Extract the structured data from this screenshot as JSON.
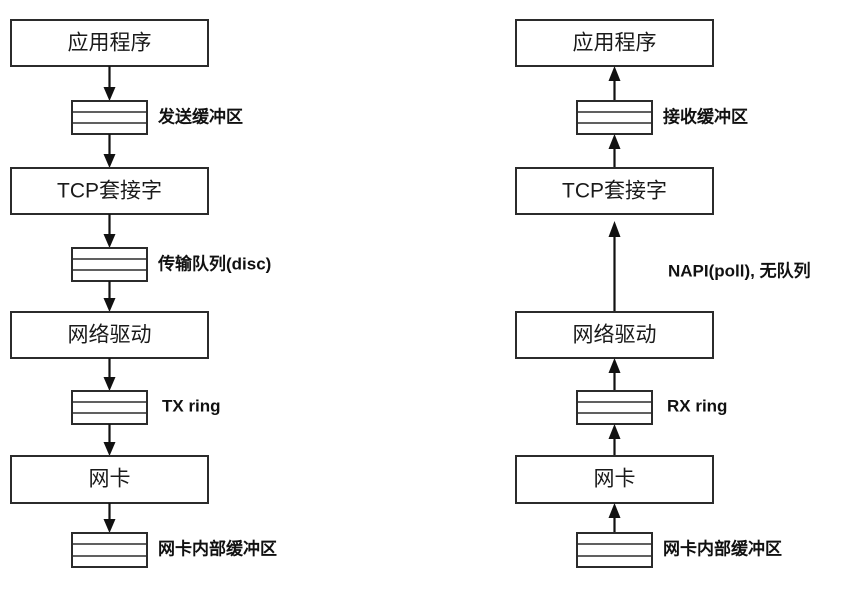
{
  "diagram": {
    "title": "Linux network send and receive data path",
    "background_color": "#ffffff",
    "stroke_color": "#2b2b2b",
    "arrow_color": "#111111",
    "text_color": "#1a1a1a",
    "columns": [
      {
        "id": "send-path",
        "direction": "down",
        "nodes": [
          {
            "id": "app-send",
            "label": "应用程序",
            "type": "box"
          },
          {
            "id": "send-buffer",
            "label": "发送缓冲区",
            "type": "ring"
          },
          {
            "id": "tcp-send",
            "label": "TCP套接字",
            "type": "box"
          },
          {
            "id": "tx-queue",
            "label": "传输队列(disc)",
            "type": "ring"
          },
          {
            "id": "netdrv-send",
            "label": "网络驱动",
            "type": "box"
          },
          {
            "id": "tx-ring",
            "label": "TX ring",
            "type": "ring"
          },
          {
            "id": "nic-send",
            "label": "网卡",
            "type": "box"
          },
          {
            "id": "nic-buf-send",
            "label": "网卡内部缓冲区",
            "type": "ring"
          }
        ]
      },
      {
        "id": "recv-path",
        "direction": "up",
        "nodes": [
          {
            "id": "app-recv",
            "label": "应用程序",
            "type": "box"
          },
          {
            "id": "recv-buffer",
            "label": "接收缓冲区",
            "type": "ring"
          },
          {
            "id": "tcp-recv",
            "label": "TCP套接字",
            "type": "box"
          },
          {
            "id": "napi-link",
            "label": "NAPI(poll), 无队列",
            "type": "link"
          },
          {
            "id": "netdrv-recv",
            "label": "网络驱动",
            "type": "box"
          },
          {
            "id": "rx-ring",
            "label": "RX ring",
            "type": "ring"
          },
          {
            "id": "nic-recv",
            "label": "网卡",
            "type": "box"
          },
          {
            "id": "nic-buf-recv",
            "label": "网卡内部缓冲区",
            "type": "ring"
          }
        ]
      }
    ]
  }
}
